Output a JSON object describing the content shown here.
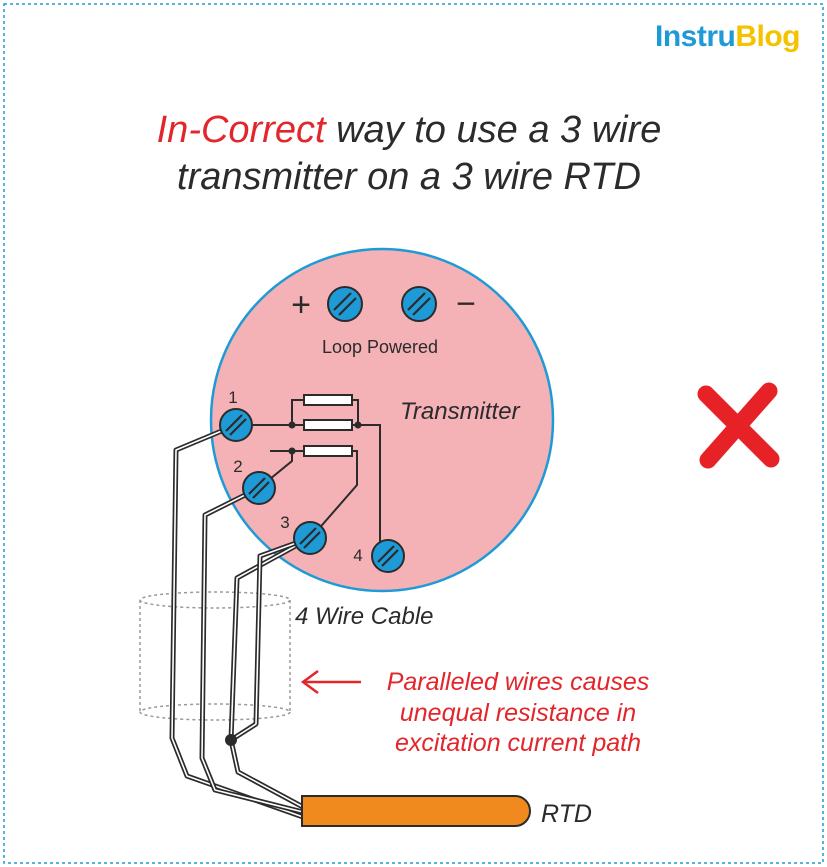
{
  "logo": {
    "part1": "Instru",
    "part2": "Blog"
  },
  "title": {
    "highlight": "In-Correct",
    "line1_rest": " way to use a 3 wire",
    "line2": "transmitter on a 3 wire RTD"
  },
  "transmitter": {
    "label": "Transmitter",
    "power_label": "Loop Powered",
    "plus_sign": "+",
    "minus_sign": "−",
    "terminals": [
      "1",
      "2",
      "3",
      "4"
    ]
  },
  "cable": {
    "label": "4 Wire Cable"
  },
  "note": {
    "lines": [
      "Paralleled wires causes",
      "unequal resistance in",
      "excitation current path"
    ]
  },
  "sensor": {
    "label": "RTD"
  },
  "icons": {
    "status": "cross-icon",
    "pointer": "arrow-left-icon",
    "terminal": "screw-terminal-icon"
  },
  "colors": {
    "border": "#1e9ad6",
    "logo_primary": "#1e9ad6",
    "logo_secondary": "#f5c200",
    "highlight": "#e3262b",
    "text": "#2b2b2b",
    "transmitter_fill": "#f4b1b6",
    "transmitter_outline": "#1e9ad6",
    "terminal_fill": "#1e9ad6",
    "rtd_fill": "#f08a1f",
    "cross": "#e62227"
  }
}
